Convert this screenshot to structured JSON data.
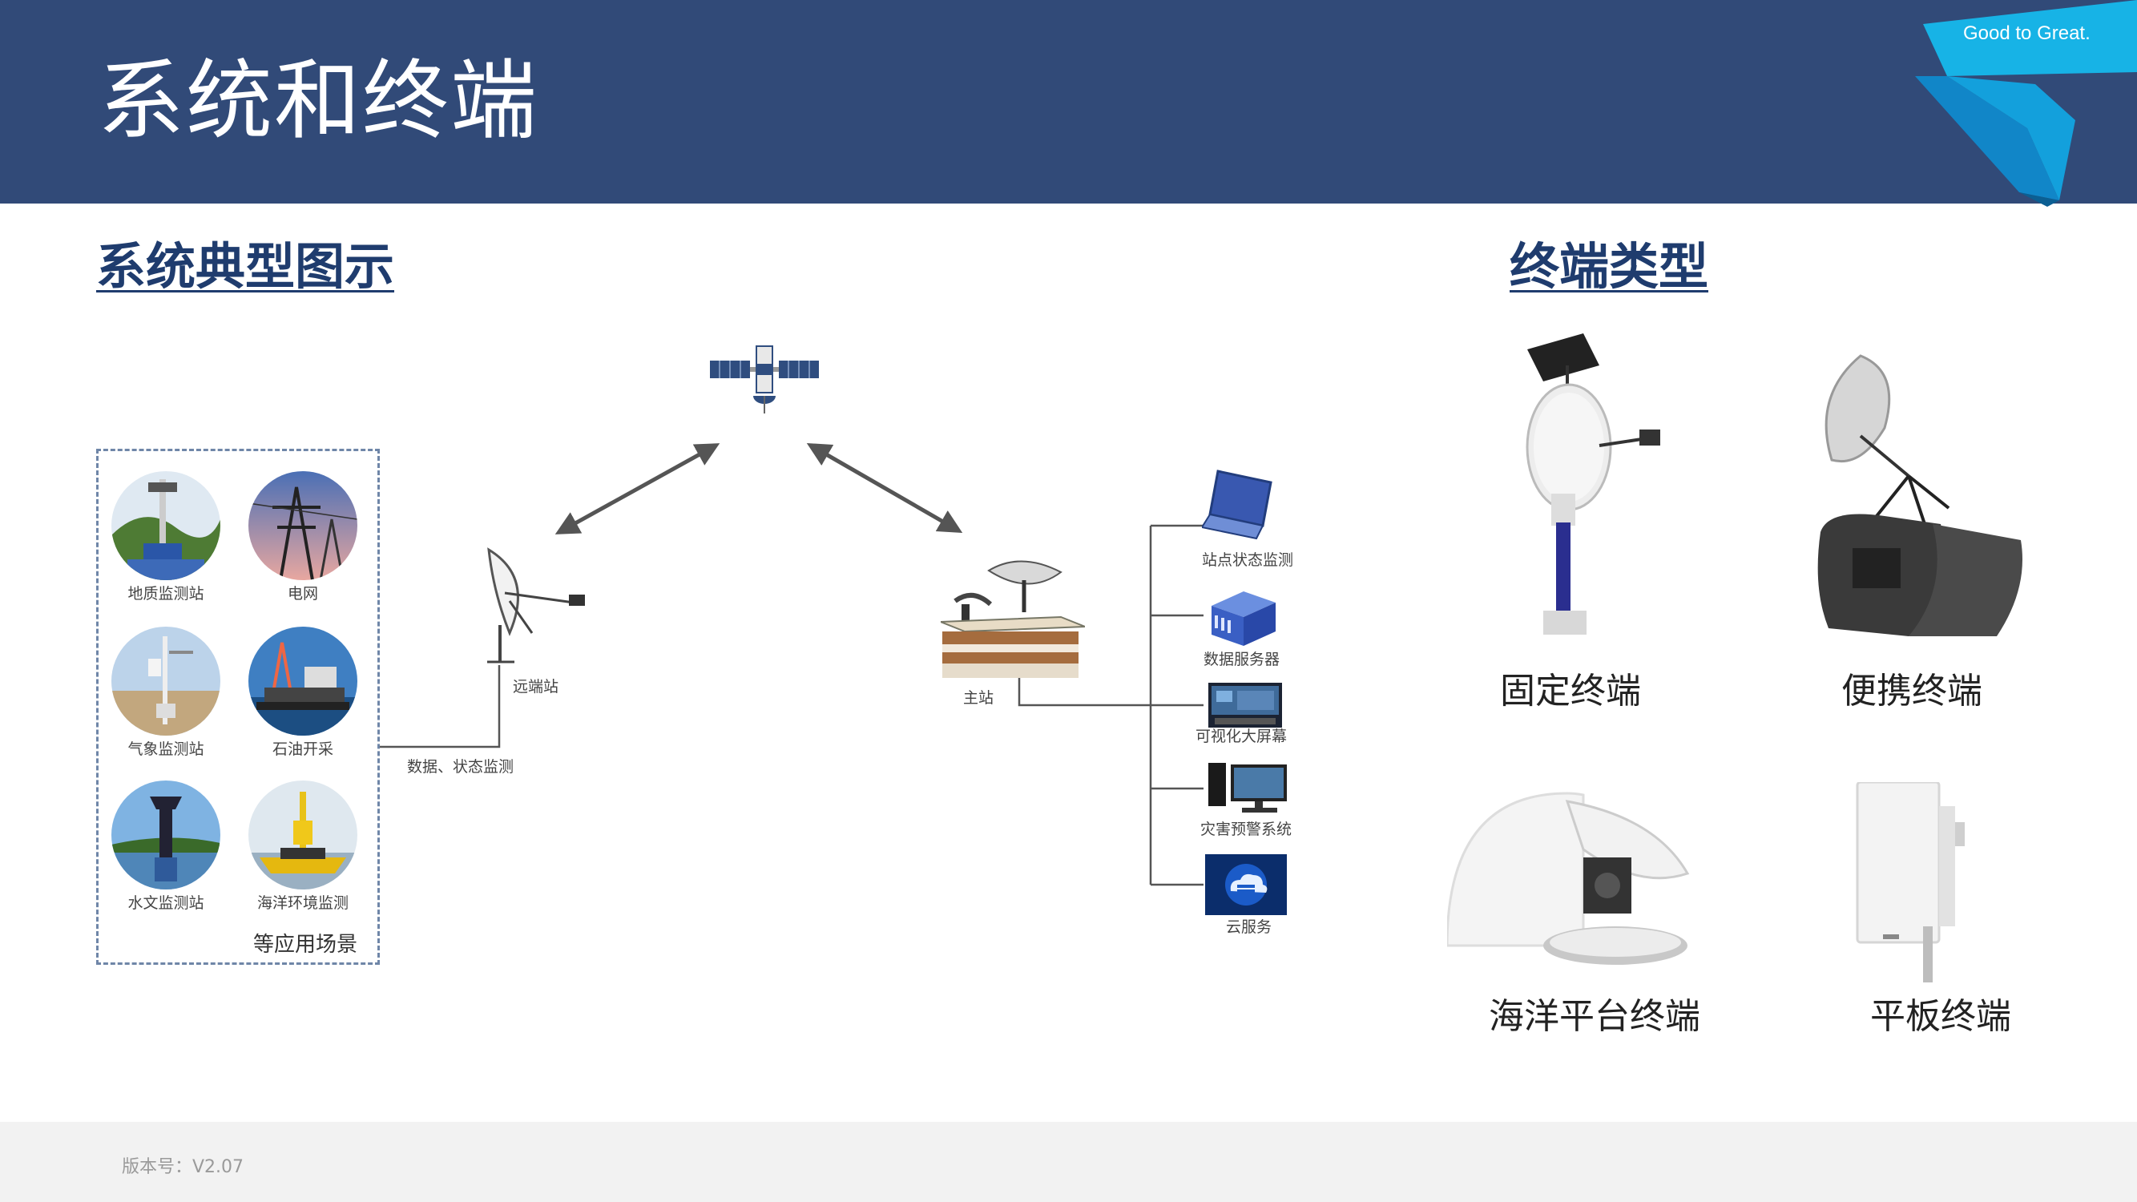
{
  "header": {
    "title": "系统和终端",
    "slogan": "Good to Great."
  },
  "left_section": {
    "heading": "系统典型图示",
    "scenes": [
      {
        "label": "地质监测站",
        "icon": "geology-station-icon"
      },
      {
        "label": "电网",
        "icon": "power-grid-icon"
      },
      {
        "label": "气象监测站",
        "icon": "weather-station-icon"
      },
      {
        "label": "石油开采",
        "icon": "oil-platform-icon"
      },
      {
        "label": "水文监测站",
        "icon": "hydrology-station-icon"
      },
      {
        "label": "海洋环境监测",
        "icon": "ocean-buoy-icon"
      }
    ],
    "scenes_footer": "等应用场景",
    "remote_station_label": "远端站",
    "data_link_label": "数据、状态监测",
    "main_station_label": "主站",
    "services": [
      {
        "label": "站点状态监测",
        "icon": "laptop-icon"
      },
      {
        "label": "数据服务器",
        "icon": "server-icon"
      },
      {
        "label": "可视化大屏幕",
        "icon": "big-screen-icon"
      },
      {
        "label": "灾害预警系统",
        "icon": "workstation-icon"
      },
      {
        "label": "云服务",
        "icon": "cloud-service-icon"
      }
    ]
  },
  "right_section": {
    "heading": "终端类型",
    "terminals": [
      {
        "label": "固定终端",
        "icon": "fixed-terminal-icon"
      },
      {
        "label": "便携终端",
        "icon": "portable-terminal-icon"
      },
      {
        "label": "海洋平台终端",
        "icon": "marine-terminal-icon"
      },
      {
        "label": "平板终端",
        "icon": "flat-panel-terminal-icon"
      }
    ]
  },
  "footer": {
    "version": "版本号：V2.07"
  },
  "colors": {
    "header_bg": "#314a78",
    "heading_text": "#1f3c6e",
    "ribbon_accent": "#1aa7e0",
    "footer_bg": "#f2f2f2"
  }
}
